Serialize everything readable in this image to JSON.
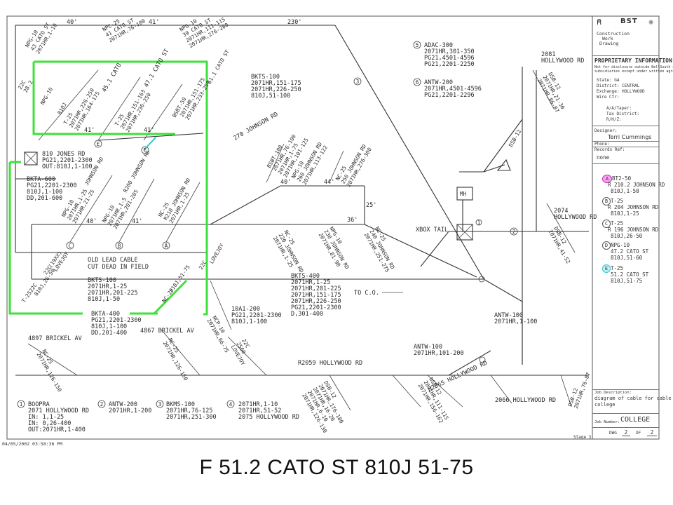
{
  "drawing": {
    "top_dims": [
      "40'",
      "41'",
      "230'"
    ],
    "cables": {
      "npg10_43": [
        "NPG-10",
        "43 CATO ST",
        "2071HR,1-10"
      ],
      "npc25_41": [
        "NPC-25",
        "41 CATO ST",
        "2071HR,76-100"
      ],
      "npg10_39": [
        "NPG-10",
        "39 CATO ST",
        "2071HR,111-115",
        "2071HR,276-280"
      ],
      "c51": [
        "51.1 CATO ST"
      ],
      "c22c": [
        "22C",
        "28.2"
      ],
      "c451": [
        "45.1 CATO"
      ],
      "c471": [
        "47.1 CATO ST"
      ],
      "npg_mid": [
        "NPG-10",
        "810J"
      ],
      "t25a": [
        "T-25",
        "2071HR,226-250",
        "2071HR,164-175"
      ],
      "t25b": [
        "T-25",
        "2071HR,151-163",
        "2071HR,236-250"
      ],
      "bsbt": [
        "BSBT-50",
        "2071HR,151-175",
        "2071HR,233-250"
      ],
      "dims41": [
        "41'",
        "41'"
      ],
      "left_block": [
        "810 JONES RD",
        "PG21,2201-2300",
        "OUT:810J,1-100"
      ],
      "bkta600": [
        "BKTA-600",
        "PG21,2201-2300",
        "810J,1-100",
        "DD,201-600"
      ],
      "npg_lower": [
        "NPG-10",
        "2071HR,1-25",
        "2071HR,21-25"
      ],
      "johnson": [
        "JOHNSON RD"
      ],
      "r200": [
        "R200 JOHNSON RD"
      ],
      "npg_hr": [
        "NPG-10",
        "2071HR,1-5",
        "2071HR,201-205"
      ],
      "nc25": [
        "NC-25",
        "R210 JOHNSON RD",
        "2071HR,1-25"
      ],
      "dims_mid": [
        "40'",
        "41'"
      ],
      "old_lead": [
        "OLD LEAD CABLE",
        "CUT DEAD IN FIELD"
      ],
      "lovejoy1": [
        "22C",
        "(19XX)",
        "LOVEJOY"
      ],
      "lovejoy2": [
        "22C",
        "LOVEJOY"
      ],
      "t25c": [
        "T-25",
        "22C",
        "810J,26-50"
      ],
      "bkts100": [
        "BKTS-100",
        "2071HR,1-25",
        "2071HR,201-225",
        "810J,1-50"
      ],
      "nc25b": [
        "NC-25",
        "810J,51-75"
      ],
      "bkta400": [
        "BKTA-400",
        "PG21,2201-2300",
        "810J,1-100",
        "DD,201-400"
      ],
      "brickel1": [
        "4897 BRICKEL AV"
      ],
      "brickel2": [
        "4867 BRICKEL AV"
      ],
      "bkts100_top": [
        "BKTS-100",
        "2071HR,151-175",
        "2071HR,226-250",
        "810J,51-100"
      ],
      "johnson270": [
        "270 JOHNSON RD"
      ],
      "bsbt100": [
        "BSBT-100",
        "2071HR,76-100",
        "2071HR,1-75",
        "2071HR,101-125"
      ],
      "npg260": [
        "NPG-10",
        "260 JOHNSON RD",
        "2071HR,113-122"
      ],
      "j250": [
        "NC-25",
        "250 JOHNSON RD",
        "2071HR,276-300"
      ],
      "dims_right": [
        "40'",
        "44'",
        "25'",
        "36'"
      ],
      "j220": [
        "NC-25",
        "220 JOHNSON RD",
        "2071HR,1-25"
      ],
      "j230": [
        "NPG-10",
        "230 JOHNSON RD",
        "2071HR,81-90"
      ],
      "j240": [
        "NC-25",
        "240 JOHNSON RD",
        "2071HR,251-275"
      ],
      "bkts400": [
        "BKTS-400",
        "2071HR,1-25",
        "2071HR,201-225",
        "2071HR,151-175",
        "2071HR,226-250",
        "PG21,2201-2300",
        "D,301-400"
      ],
      "to_co": [
        "TO C.O."
      ],
      "adac": [
        "ADAC-300",
        "2071HR,301-350",
        "PG21,4501-4596",
        "PG21,2201-2250"
      ],
      "antw200a": [
        "ANTW-200",
        "2071HR,4501-4596",
        "PG21,2201-2296"
      ],
      "hollywood2081": [
        "2081",
        "HOLLYWOOD RD"
      ],
      "dsb12a": [
        "DSB-12",
        "2071HR,21-30",
        "2071HR,86-87"
      ],
      "dsb12b": [
        "DSB-12"
      ],
      "mh": [
        "MH"
      ],
      "xbox": [
        "XBOX TAIL"
      ],
      "h2074": [
        "2074",
        "HOLLYWOOD RD"
      ],
      "dsb12c": [
        "DSB-12",
        "2071HR,41-52"
      ],
      "ntw100": [
        "ANTW-100",
        "2071HR,1-100"
      ],
      "ntw100b": [
        "ANTW-100",
        "2071HR,101-200"
      ],
      "aa200": [
        "10A1-200",
        "PG21,2201-2300",
        "810J,1-100"
      ],
      "ncp10": [
        "NCP-10",
        "2071HR,66-75"
      ],
      "lovejoy3": [
        "22C",
        "2560",
        "LOVEJOY"
      ],
      "nc25c": [
        "NC-25",
        "2071HR,126-150"
      ],
      "nc25d": [
        "NC-25",
        "2071HR,126-150"
      ],
      "r2059": [
        "R2059 HOLLYWOOD RD"
      ],
      "dsb12d": [
        "DSB-12",
        "2071HR,176-180",
        "2071HR,16-20",
        "2071HR,6-10",
        "2071HR,126-130"
      ],
      "dsb12e": [
        "DSB-12",
        "2071HR,111-115",
        "2071HR,156-162"
      ],
      "r2065": [
        "R2065 HOLLYWOOD RD"
      ],
      "h2066": [
        "2066 HOLLYWOOD RD"
      ],
      "dsb12f": [
        "DSB-12",
        "2071HR,76-87"
      ]
    },
    "callouts": [
      "A",
      "B",
      "C",
      "D",
      "E",
      "F",
      "1",
      "2",
      "3",
      "4",
      "5",
      "6"
    ],
    "footer": {
      "n1": [
        "BOOPRA",
        "2071 HOLLYWOOD RD",
        "IN: 1,1-25",
        "IN: 0,26-400",
        "OUT:2071HR,1-400"
      ],
      "n2": [
        "ANTW-200",
        "2071HR,1-200"
      ],
      "n3": [
        "BKMS-100",
        "2071HR,76-125",
        "2071HR,251-300"
      ],
      "n4": [
        "2071HR,1-10",
        "2071HR,51-52",
        "2075 HOLLYWOOD RD"
      ]
    }
  },
  "title_block": {
    "logo": "BST",
    "logo_sub": [
      "Construction",
      "Work",
      "Drawing"
    ],
    "proprietary_title": "PROPRIETARY INFORMATION",
    "proprietary_note": [
      "Not for disclosure outside BellSouth or any of its",
      "subsidiaries except under written agreement."
    ],
    "fields": [
      "State: GA",
      "District: CENTRAL",
      "Exchange: HOLLYWOOD",
      "Wire Ctr:"
    ],
    "fields2": [
      "A/A/Taper:",
      "Tax District:",
      "R/H/Z:"
    ],
    "designer_label": "Designer:",
    "designer": "Terri Cummings",
    "phone_label": "Phone:",
    "records_label": "Records Ref:",
    "records_value": "none",
    "legend": [
      {
        "mark": "A",
        "lines": [
          "BT2-50",
          "R 210.2 JOHNSON RD",
          "810J,1-50"
        ]
      },
      {
        "mark": "B",
        "lines": [
          "T-25",
          "R 204 JOHNSON RD",
          "810J,1-25"
        ]
      },
      {
        "mark": "C",
        "lines": [
          "T-25",
          "R 196 JOHNSON RD",
          "810J,26-50"
        ]
      },
      {
        "mark": "D",
        "lines": [
          "NPG-10",
          "47.2 CATO ST",
          "810J,51-60"
        ]
      },
      {
        "mark": "E",
        "lines": [
          "T-25",
          "51.2 CATO ST",
          "810J,51-75"
        ]
      }
    ],
    "job_desc_label": "Job Description:",
    "job_desc": [
      "diagram of cable for cable",
      "college"
    ],
    "job_number_label": "Job Number:",
    "job_number": "COLLEGE",
    "dwg_label": "DWG",
    "dwg_no": "2",
    "of_label": "OF",
    "of_no": "2",
    "stage": "Stage 3"
  },
  "timestamp": "04/05/2002 03:58:36 PM",
  "caption": "F 51.2 CATO ST 810J 51-75",
  "colors": {
    "highlight": "#3ee03a",
    "cyan": "#29c6d6",
    "magenta": "#d61ec2"
  }
}
